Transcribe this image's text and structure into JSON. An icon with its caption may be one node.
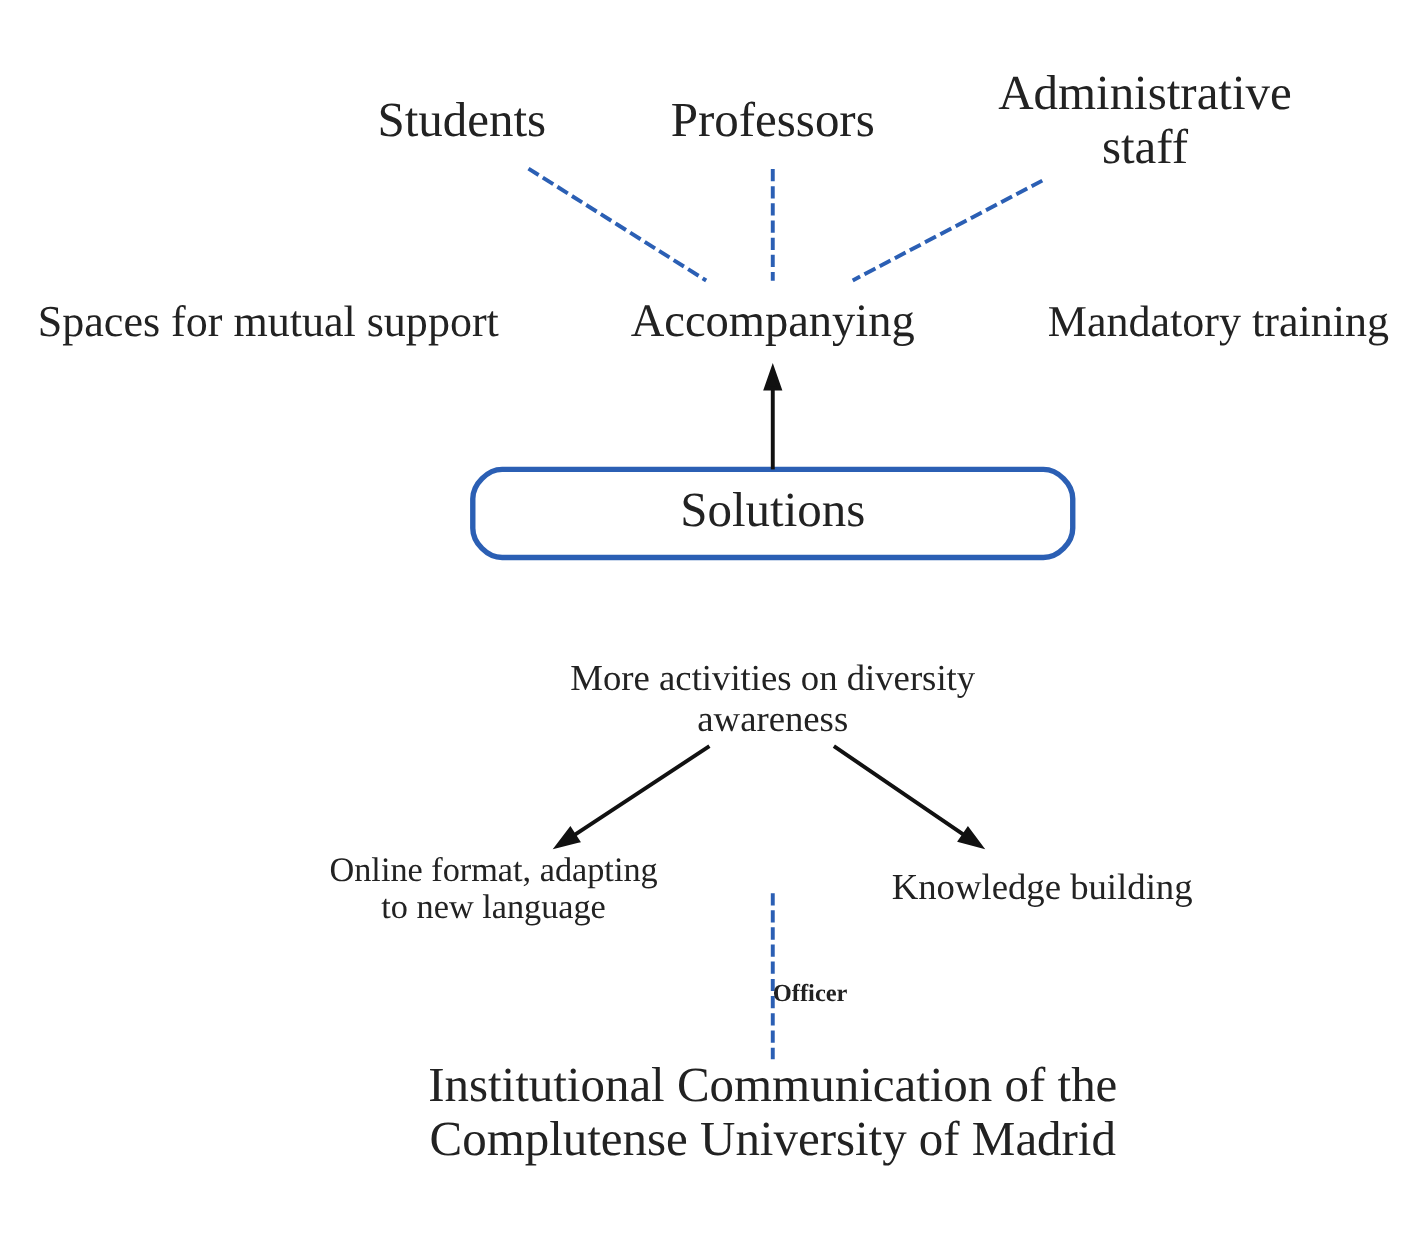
{
  "diagram": {
    "nodes": [
      {
        "text": [
          "Students"
        ]
      },
      {
        "text": [
          "Professors"
        ]
      },
      {
        "text": [
          "Administrative staff"
        ]
      },
      {
        "text": [
          "Accompanying"
        ]
      },
      {
        "text": [
          "Solutions"
        ]
      },
      {
        "text": [
          "More activities on diversity awareness"
        ]
      },
      {
        "text": [
          "Online format, adapting to new language"
        ]
      },
      {
        "text": [
          "Knowledge building"
        ]
      },
      {
        "text": [
          "Institutional Communication of the Complutense University of Madrid"
        ]
      }
    ],
    "edges": [
      {
        "from": 0,
        "to": 3,
        "arrow": "none",
        "style": "dashed"
      },
      {
        "from": 1,
        "to": 3,
        "arrow": "none",
        "style": "dashed"
      },
      {
        "from": 2,
        "to": 3,
        "arrow": "none",
        "style": "dashed"
      },
      {
        "from": 4,
        "to": 3,
        "arrow": "to",
        "color": "#111111"
      },
      {
        "from": 5,
        "to": 6,
        "arrow": "to",
        "color": "#111111"
      },
      {
        "from": 5,
        "to": 7,
        "arrow": "to",
        "color": "#111111"
      },
      {
        "from": null,
        "to": 8,
        "arrow": "none",
        "style": "dashed",
        "label": "Officer"
      }
    ],
    "labels": [
      "Spaces for mutual support",
      "Mandatory training"
    ]
  }
}
